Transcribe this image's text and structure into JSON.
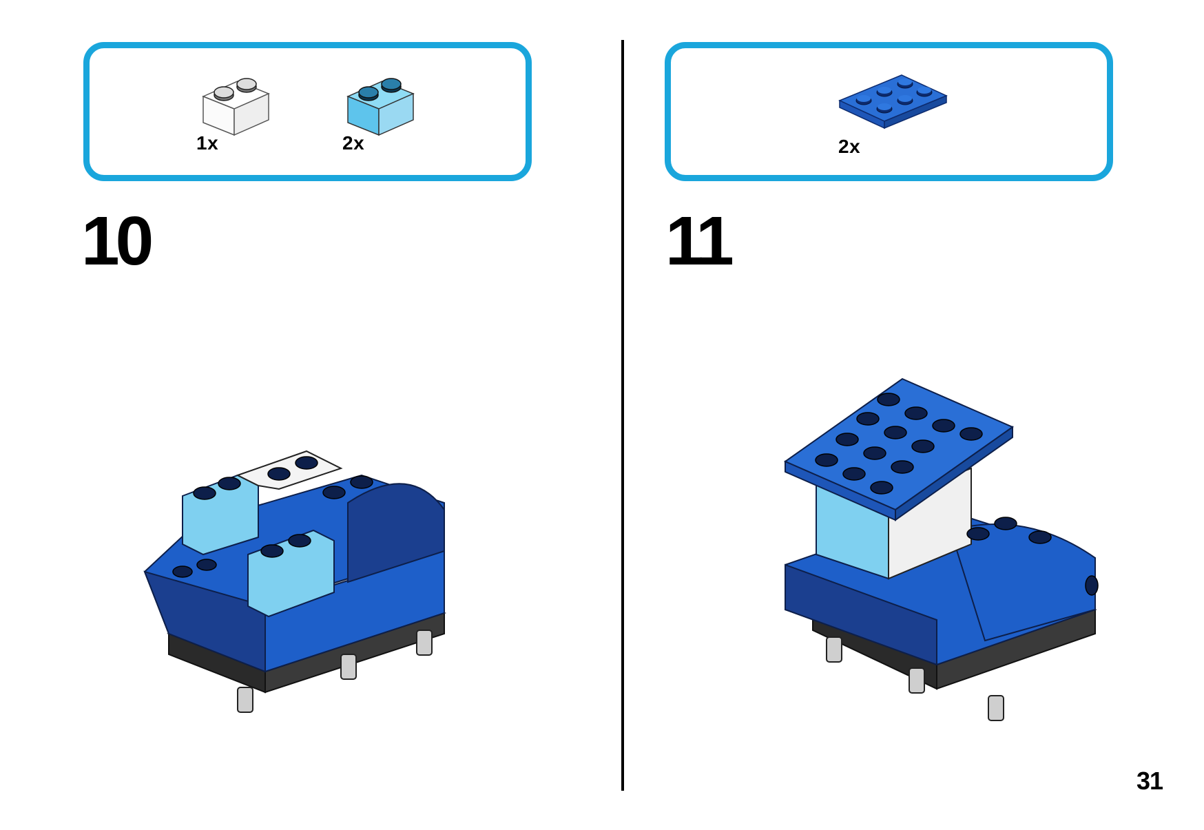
{
  "steps": [
    {
      "number": "10",
      "parts": [
        {
          "name": "1x2 transparent clear brick",
          "qty": "1x"
        },
        {
          "name": "1x2 transparent light blue brick",
          "qty": "2x"
        }
      ]
    },
    {
      "number": "11",
      "parts": [
        {
          "name": "2x3 blue plate",
          "qty": "2x"
        }
      ]
    }
  ],
  "page_number": "31",
  "colors": {
    "box_border": "#1aa6dc",
    "brick_blue": "#1e5fc9",
    "brick_dark_blue": "#1b3f8f",
    "trans_light_blue": "#7fd0f0",
    "trans_clear": "#f2f2f2",
    "chassis_gray": "#9a9a9a"
  }
}
